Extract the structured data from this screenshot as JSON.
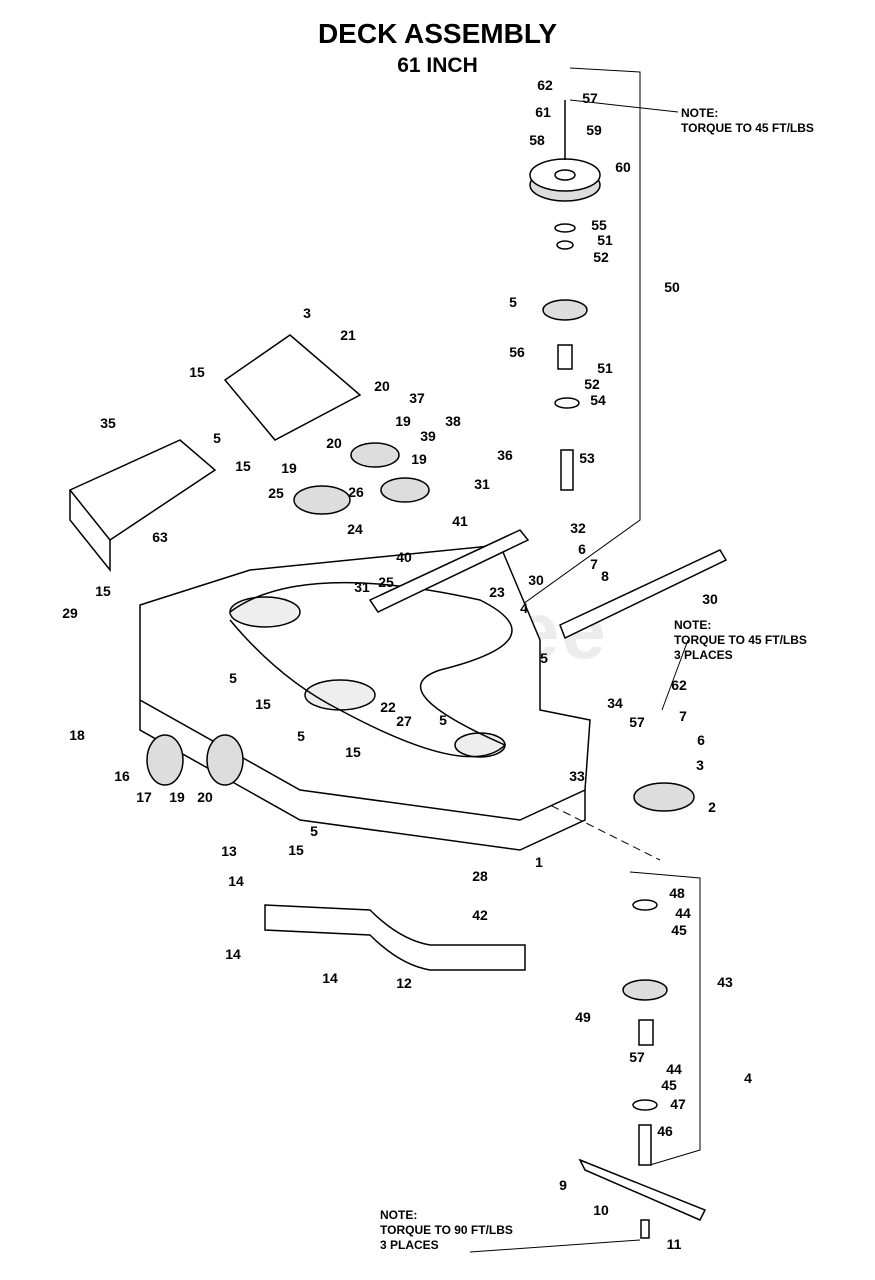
{
  "title": "DECK ASSEMBLY",
  "subtitle": "61 INCH",
  "watermark": "PartsTree",
  "notes": [
    {
      "heading": "NOTE:",
      "lines": [
        "TORQUE TO 45 FT/LBS"
      ]
    },
    {
      "heading": "NOTE:",
      "lines": [
        "TORQUE TO 45 FT/LBS",
        "3 PLACES"
      ]
    },
    {
      "heading": "NOTE:",
      "lines": [
        "TORQUE TO 90 FT/LBS",
        "3 PLACES"
      ]
    }
  ],
  "part_labels": [
    "62",
    "57",
    "61",
    "59",
    "58",
    "60",
    "55",
    "51",
    "52",
    "5",
    "50",
    "56",
    "51",
    "52",
    "54",
    "53",
    "3",
    "21",
    "15",
    "35",
    "5",
    "15",
    "20",
    "19",
    "37",
    "38",
    "39",
    "19",
    "36",
    "20",
    "19",
    "26",
    "25",
    "31",
    "24",
    "41",
    "40",
    "25",
    "32",
    "6",
    "7",
    "8",
    "63",
    "29",
    "15",
    "31",
    "30",
    "23",
    "4",
    "30",
    "5",
    "5",
    "15",
    "62",
    "34",
    "57",
    "7",
    "6",
    "3",
    "2",
    "22",
    "27",
    "5",
    "5",
    "15",
    "18",
    "16",
    "17",
    "19",
    "20",
    "33",
    "1",
    "13",
    "15",
    "5",
    "14",
    "28",
    "42",
    "14",
    "14",
    "12",
    "48",
    "44",
    "45",
    "43",
    "49",
    "4",
    "44",
    "45",
    "57",
    "47",
    "46",
    "9",
    "10",
    "11"
  ]
}
